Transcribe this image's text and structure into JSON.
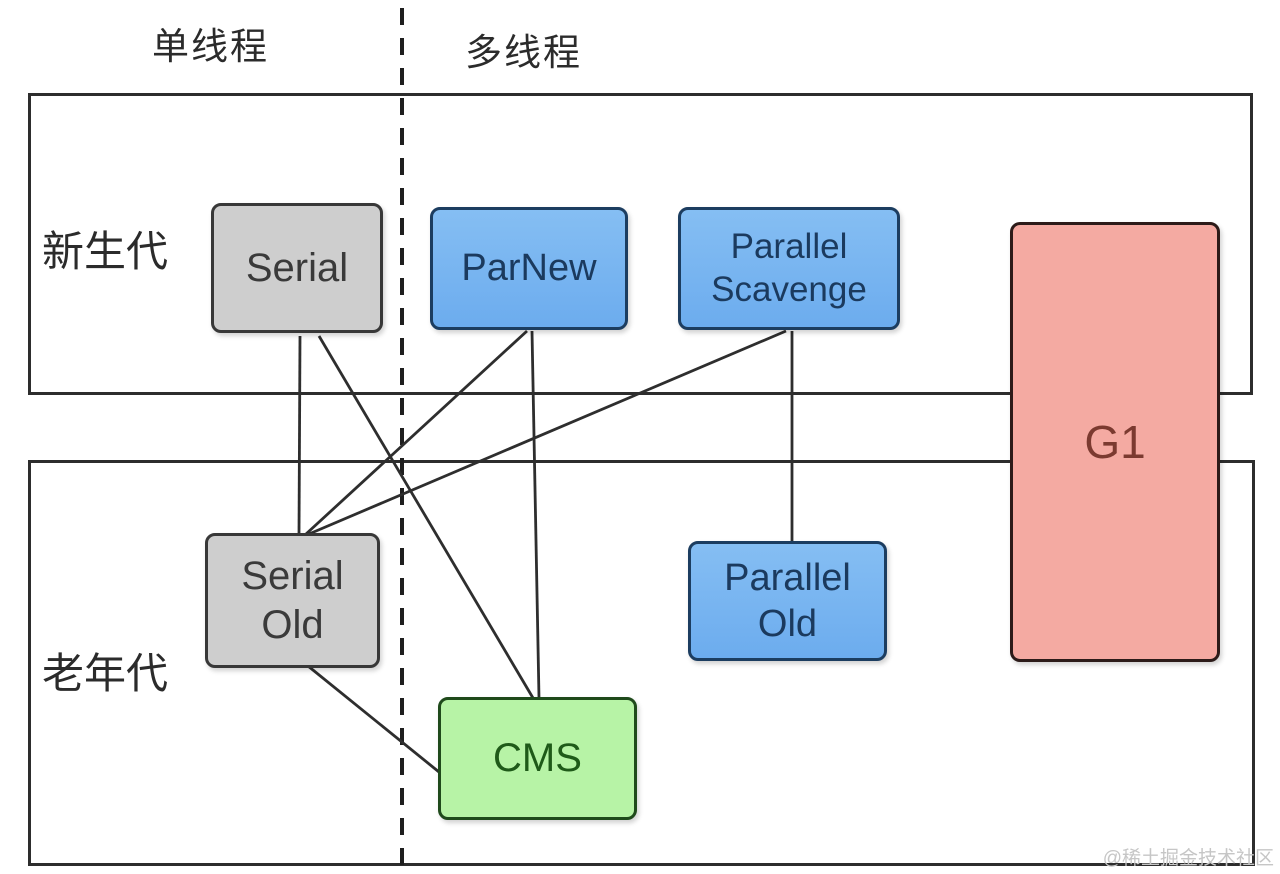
{
  "header": {
    "single_thread_label": "单线程",
    "multi_thread_label": "多线程"
  },
  "regions": {
    "young_generation": {
      "label": "新生代"
    },
    "old_generation": {
      "label": "老年代"
    }
  },
  "nodes": {
    "serial": {
      "lines": [
        "Serial"
      ],
      "fill": "#cecece",
      "border": "#383838",
      "text_color": "#3a3a3a"
    },
    "parnew": {
      "lines": [
        "ParNew"
      ],
      "fill": "#74b2ef",
      "border": "#1c3d60",
      "text_color": "#1b3a5e"
    },
    "parallel_scavenge": {
      "lines": [
        "Parallel",
        "Scavenge"
      ],
      "fill": "#74b2ef",
      "border": "#1c3d60",
      "text_color": "#1b3a5e"
    },
    "g1": {
      "lines": [
        "G1"
      ],
      "fill": "#f4aaa2",
      "border": "#2c1b19",
      "text_color": "#7b3a30"
    },
    "serial_old": {
      "lines": [
        "Serial",
        "Old"
      ],
      "fill": "#cecece",
      "border": "#383838",
      "text_color": "#3a3a3a"
    },
    "parallel_old": {
      "lines": [
        "Parallel",
        "Old"
      ],
      "fill": "#74b2ef",
      "border": "#1c3d60",
      "text_color": "#1b3a5e"
    },
    "cms": {
      "lines": [
        "CMS"
      ],
      "fill": "#b7f3a6",
      "border": "#1f4a1b",
      "text_color": "#1f5a19"
    }
  },
  "edges": [
    {
      "from": "Serial",
      "to": "Serial Old"
    },
    {
      "from": "Serial",
      "to": "CMS"
    },
    {
      "from": "ParNew",
      "to": "Serial Old"
    },
    {
      "from": "ParNew",
      "to": "CMS"
    },
    {
      "from": "Parallel Scavenge",
      "to": "Serial Old"
    },
    {
      "from": "Parallel Scavenge",
      "to": "Parallel Old"
    },
    {
      "from": "Serial Old",
      "to": "CMS"
    }
  ],
  "watermark": {
    "text": "@稀土掘金技术社区"
  }
}
